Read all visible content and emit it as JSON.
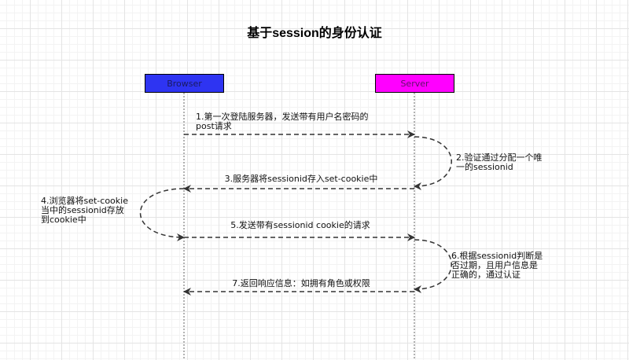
{
  "title": "基于session的身份认证",
  "actors": {
    "browser": "Browser",
    "server": "Server"
  },
  "steps": {
    "s1_line1": "1.第一次登陆服务器，发送带有用户名密码的",
    "s1_line2": "post请求",
    "s2_line1": "2.验证通过分配一个唯",
    "s2_line2": "一的sessionid",
    "s3": "3.服务器将sessionid存入set-cookie中",
    "s4_line1": "4.浏览器将set-cookie",
    "s4_line2": "当中的sessionid存放",
    "s4_line3": "到cookie中",
    "s5": "5.发送带有sessionid cookie的请求",
    "s6_line1": "6.根据sessionid判断是",
    "s6_line2": "否过期，且用户信息是",
    "s6_line3": "正确的，通过认证",
    "s7": "7.返回响应信息：如拥有角色或权限"
  },
  "colors": {
    "browser_fill": "#2e34f2",
    "server_fill": "#ff00ff",
    "arrow": "#333333"
  }
}
